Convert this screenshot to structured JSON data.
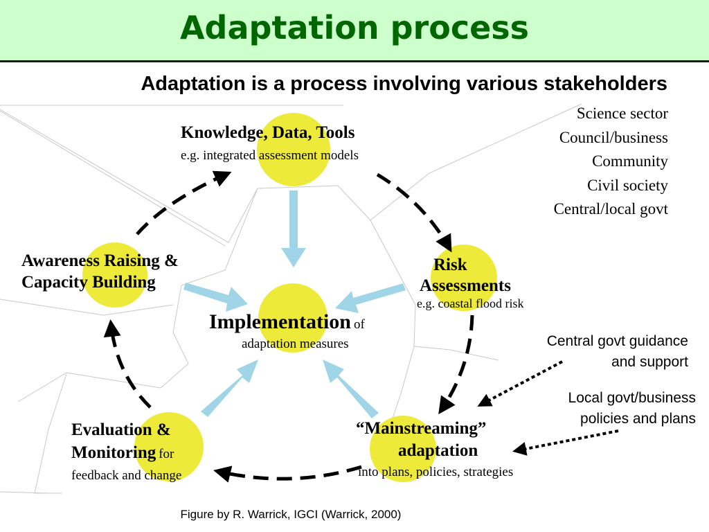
{
  "title": "Adaptation process",
  "subtitle": "Adaptation is a process involving various stakeholders",
  "stakeholders": [
    "Science sector",
    "Council/business",
    "Community",
    "Civil society",
    "Central/local govt"
  ],
  "nodes": {
    "knowledge": {
      "title": "Knowledge, Data, Tools",
      "sub": "e.g. integrated assessment models"
    },
    "risk": {
      "title_line1": "Risk",
      "title_line2": "Assessments",
      "sub": "e.g. coastal flood risk"
    },
    "mainstreaming": {
      "title_line1": "“Mainstreaming”",
      "title_line2": "adaptation",
      "sub": "into plans, policies, strategies"
    },
    "evaluation": {
      "title_line1": "Evaluation &",
      "title_line2": "Monitoring",
      "title_suffix": "for",
      "sub": "feedback and change"
    },
    "awareness": {
      "title_line1": "Awareness Raising &",
      "title_line2": "Capacity Building"
    },
    "implementation": {
      "title": "Implementation",
      "title_suffix": "of",
      "sub": "adaptation measures"
    }
  },
  "notes": {
    "central": {
      "line1": "Central govt guidance",
      "line2": "and support"
    },
    "local": {
      "line1": "Local govt/business",
      "line2": "policies and plans"
    }
  },
  "caption": "Figure by R. Warrick, IGCI (Warrick, 2000)",
  "colors": {
    "header_bg": "#ccffcc",
    "title": "#006600",
    "circle": "#eeea3a",
    "inward_arrow": "#9fd5e6",
    "cycle_arrow": "#000000"
  }
}
